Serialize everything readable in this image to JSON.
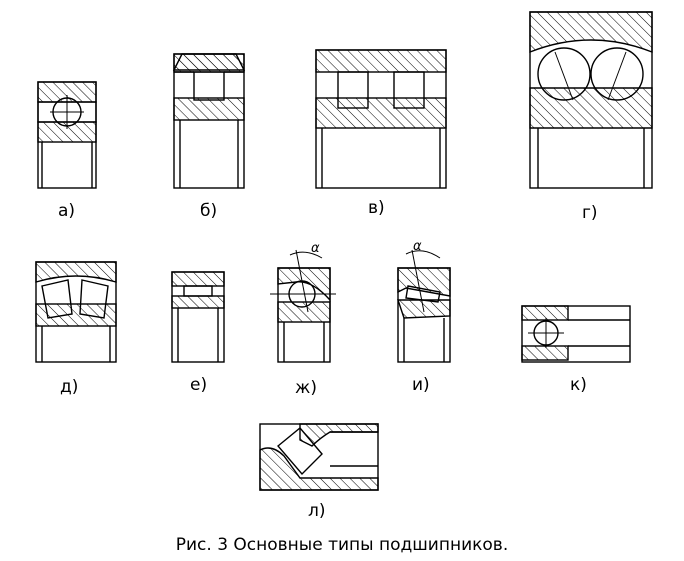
{
  "figure": {
    "caption": "Рис. 3 Основные типы подшипников.",
    "labels": {
      "a": "а)",
      "b": "б)",
      "v": "в)",
      "g": "г)",
      "d": "д)",
      "e": "е)",
      "zh": "ж)",
      "i": "и)",
      "k": "к)",
      "l": "л)"
    },
    "angle_symbol": "α",
    "colors": {
      "ink": "#000000",
      "paper": "#ffffff"
    }
  }
}
